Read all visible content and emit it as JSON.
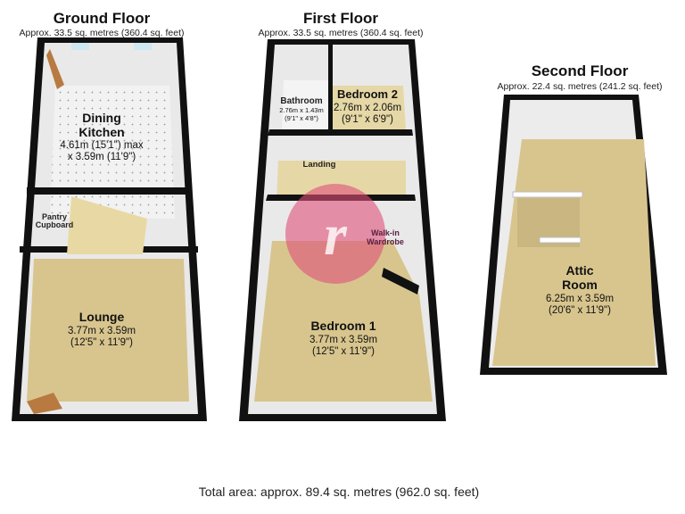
{
  "floors": [
    {
      "title": "Ground Floor",
      "area": "Approx. 33.5 sq. metres (360.4 sq. feet)",
      "rooms": [
        {
          "name_line1": "Dining",
          "name_line2": "Kitchen",
          "dim1": "4.61m (15'1\") max",
          "dim2": "x 3.59m (11'9\")"
        },
        {
          "name_line1": "Pantry",
          "name_line2": "Cupboard"
        },
        {
          "name": "Lounge",
          "dim1": "3.77m x 3.59m",
          "dim2": "(12'5\" x 11'9\")"
        }
      ]
    },
    {
      "title": "First Floor",
      "area": "Approx. 33.5 sq. metres (360.4 sq. feet)",
      "rooms": [
        {
          "name": "Bathroom",
          "dim1": "2.76m x 1.43m",
          "dim2": "(9'1\" x 4'8\")"
        },
        {
          "name": "Bedroom 2",
          "dim1": "2.76m x 2.06m",
          "dim2": "(9'1\" x 6'9\")"
        },
        {
          "name": "Landing"
        },
        {
          "name_line1": "Walk-in",
          "name_line2": "Wardrobe"
        },
        {
          "name": "Bedroom 1",
          "dim1": "3.77m x 3.59m",
          "dim2": "(12'5\" x 11'9\")"
        }
      ]
    },
    {
      "title": "Second Floor",
      "area": "Approx. 22.4 sq. metres (241.2 sq. feet)",
      "rooms": [
        {
          "name_line1": "Attic",
          "name_line2": "Room",
          "dim1": "6.25m x 3.59m",
          "dim2": "(20'6\" x 11'9\")"
        }
      ]
    }
  ],
  "total_area": "Total area: approx. 89.4 sq. metres (962.0 sq. feet)",
  "colors": {
    "wall": "#111111",
    "carpet": "#d8c58e",
    "tile": "#efefef",
    "watermark": "#e0507a"
  }
}
